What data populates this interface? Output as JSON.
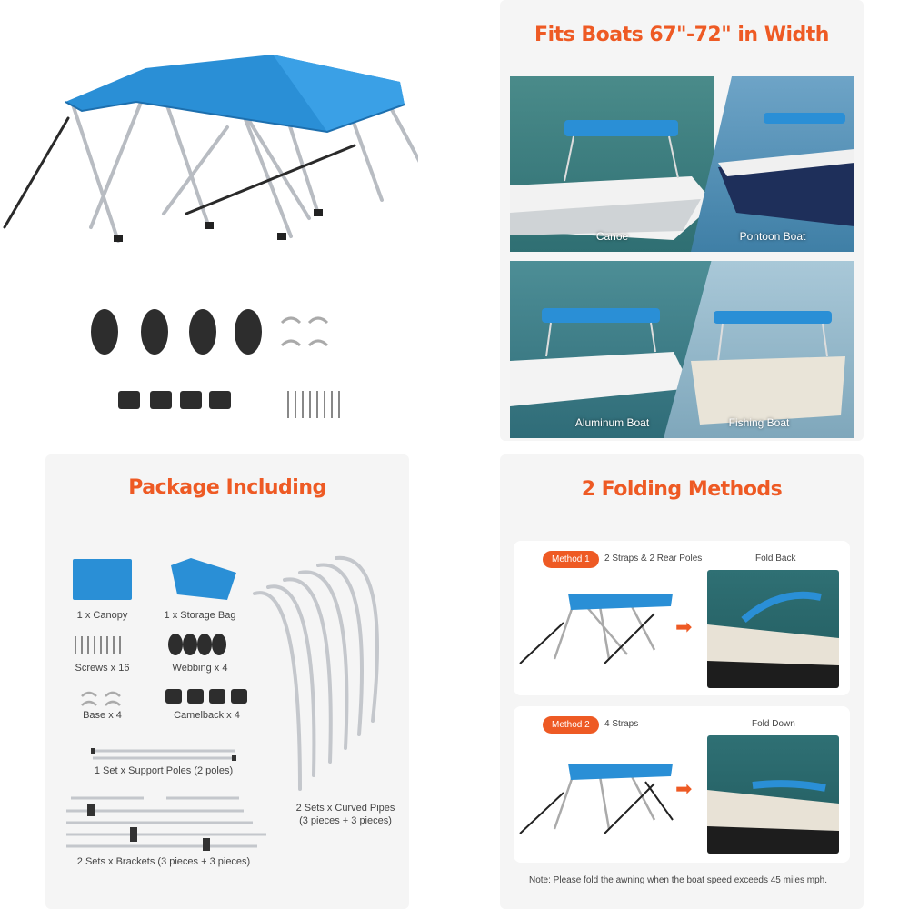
{
  "fit": {
    "title": "Fits Boats 67\"-72\" in Width",
    "photos": [
      {
        "label": "Canoe"
      },
      {
        "label": "Pontoon Boat"
      },
      {
        "label": "Aluminum Boat"
      },
      {
        "label": "Fishing Boat"
      }
    ]
  },
  "package": {
    "title": "Package Including",
    "items": {
      "canopy": "1 x Canopy",
      "storage_bag": "1 x Storage Bag",
      "screws": "Screws x 16",
      "webbing": "Webbing x 4",
      "base": "Base x 4",
      "camelback": "Camelback x 4",
      "support_poles": "1 Set x Support Poles (2 poles)",
      "curved_pipes_1": "2 Sets x Curved Pipes",
      "curved_pipes_2": "(3 pieces + 3 pieces)",
      "brackets": "2 Sets x Brackets (3 pieces + 3 pieces)"
    }
  },
  "folding": {
    "title": "2 Folding Methods",
    "methods": [
      {
        "pill": "Method 1",
        "desc": "2 Straps & 2 Rear Poles",
        "result": "Fold Back"
      },
      {
        "pill": "Method 2",
        "desc": "4 Straps",
        "result": "Fold Down"
      }
    ],
    "note": "Note: Please fold the awning when the boat speed exceeds 45 miles mph."
  },
  "colors": {
    "accent": "#ee5a24",
    "canopy_blue": "#2a8fd6"
  }
}
